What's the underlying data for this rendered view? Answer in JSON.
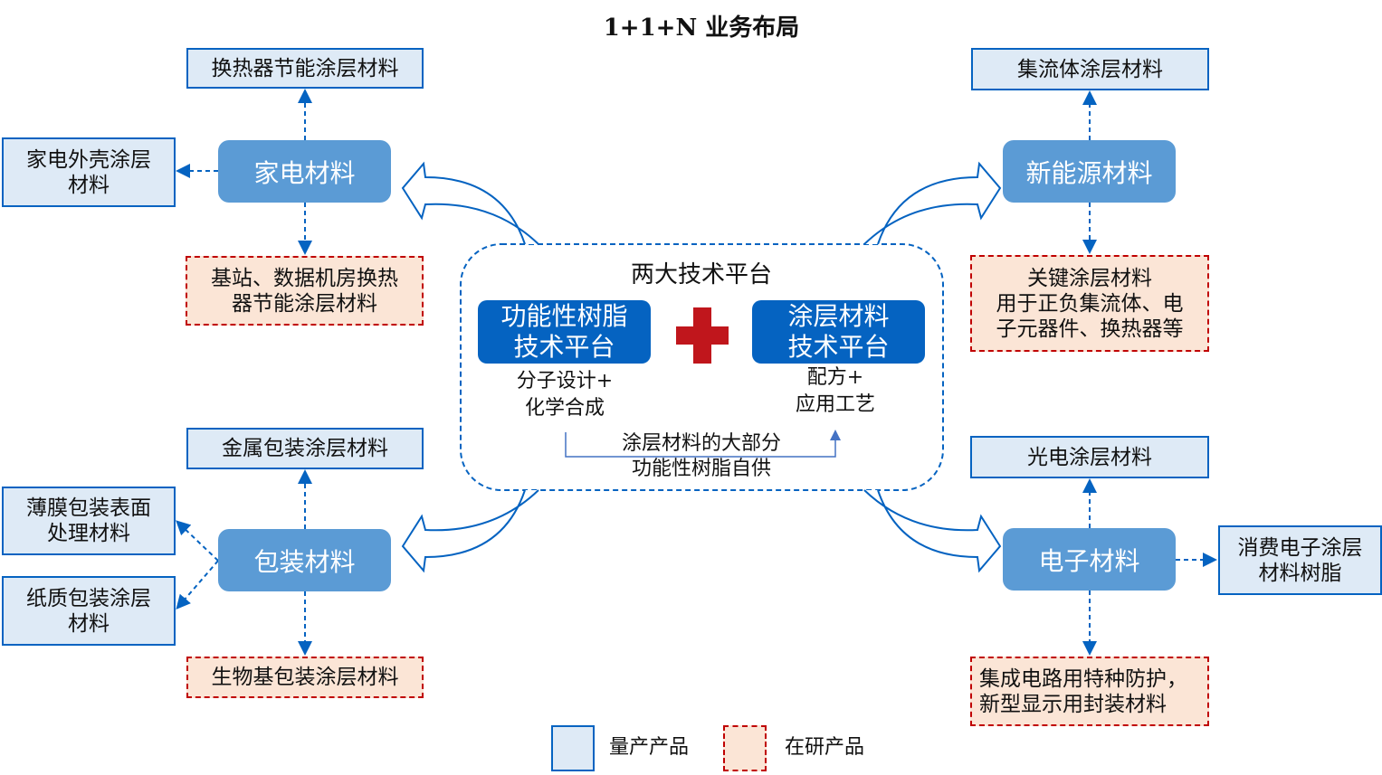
{
  "title": "1+1+N 业务布局",
  "colors": {
    "mass_fill": "#DEEAF6",
    "mass_border": "#0563C1",
    "research_fill": "#FBE5D6",
    "research_border": "#C00000",
    "category": "#5B9BD5",
    "platform": "#0563C1",
    "cross": "#C0161C"
  },
  "center": {
    "heading": "两大技术平台",
    "platform_left": {
      "line1": "功能性树脂",
      "line2": "技术平台",
      "sub1": "分子设计+",
      "sub2": "化学合成"
    },
    "platform_right": {
      "line1": "涂层材料",
      "line2": "技术平台",
      "sub1": "配方+",
      "sub2": "应用工艺"
    },
    "supply_note": {
      "line1": "涂层材料的大部分",
      "line2": "功能性树脂自供"
    }
  },
  "appliance": {
    "label": "家电材料",
    "top": "换热器节能涂层材料",
    "left": {
      "line1": "家电外壳涂层",
      "line2": "材料"
    },
    "bottom": {
      "line1": "基站、数据机房换热",
      "line2": "器节能涂层材料"
    }
  },
  "new_energy": {
    "label": "新能源材料",
    "top": "集流体涂层材料",
    "bottom": {
      "line1": "关键涂层材料",
      "line2": "用于正负集流体、电",
      "line3": "子元器件、换热器等"
    }
  },
  "packaging": {
    "label": "包装材料",
    "top": "金属包装涂层材料",
    "left1": {
      "line1": "薄膜包装表面",
      "line2": "处理材料"
    },
    "left2": {
      "line1": "纸质包装涂层",
      "line2": "材料"
    },
    "bottom": "生物基包装涂层材料"
  },
  "electronics": {
    "label": "电子材料",
    "top": "光电涂层材料",
    "right": {
      "line1": "消费电子涂层",
      "line2": "材料树脂"
    },
    "bottom": {
      "line1": "集成电路用特种防护，",
      "line2": "新型显示用封装材料"
    }
  },
  "legend": {
    "mass": "量产产品",
    "research": "在研产品"
  }
}
